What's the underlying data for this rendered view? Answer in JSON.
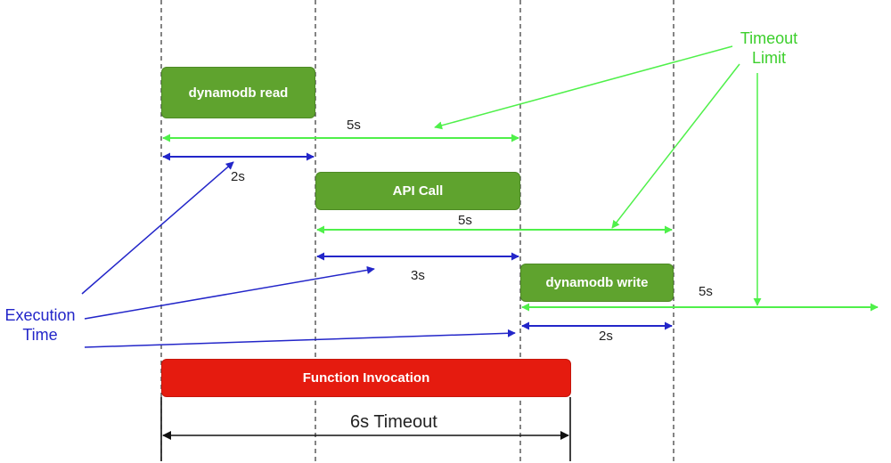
{
  "boxes": {
    "dynamodb_read": "dynamodb read",
    "api_call": "API Call",
    "dynamodb_write": "dynamodb write",
    "function_invocation": "Function Invocation"
  },
  "durations": {
    "read_timeout": "5s",
    "read_exec": "2s",
    "api_timeout": "5s",
    "api_exec": "3s",
    "write_timeout": "5s",
    "write_exec": "2s",
    "function_timeout": "6s Timeout"
  },
  "legend": {
    "timeout_line1": "Timeout",
    "timeout_line2": "Limit",
    "exec_line1": "Execution",
    "exec_line2": "Time"
  },
  "colors": {
    "task_green": "#5fa32e",
    "function_red": "#e51b0f",
    "timeout_arrow": "#4ff04a",
    "exec_arrow": "#2326c9",
    "timeout_text": "#3ccf2c",
    "exec_text": "#2326c9",
    "guide": "#333333"
  }
}
